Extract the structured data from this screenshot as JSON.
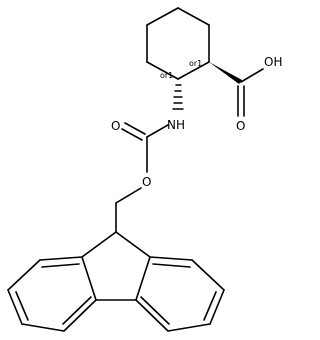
{
  "molecule": {
    "atom_labels": {
      "oh": "OH",
      "o_carboxyl": "O",
      "nh": "NH",
      "o_carbonyl": "O",
      "o_ester": "O"
    },
    "stereo_labels": {
      "c1": "or1",
      "c2": "or1"
    }
  }
}
